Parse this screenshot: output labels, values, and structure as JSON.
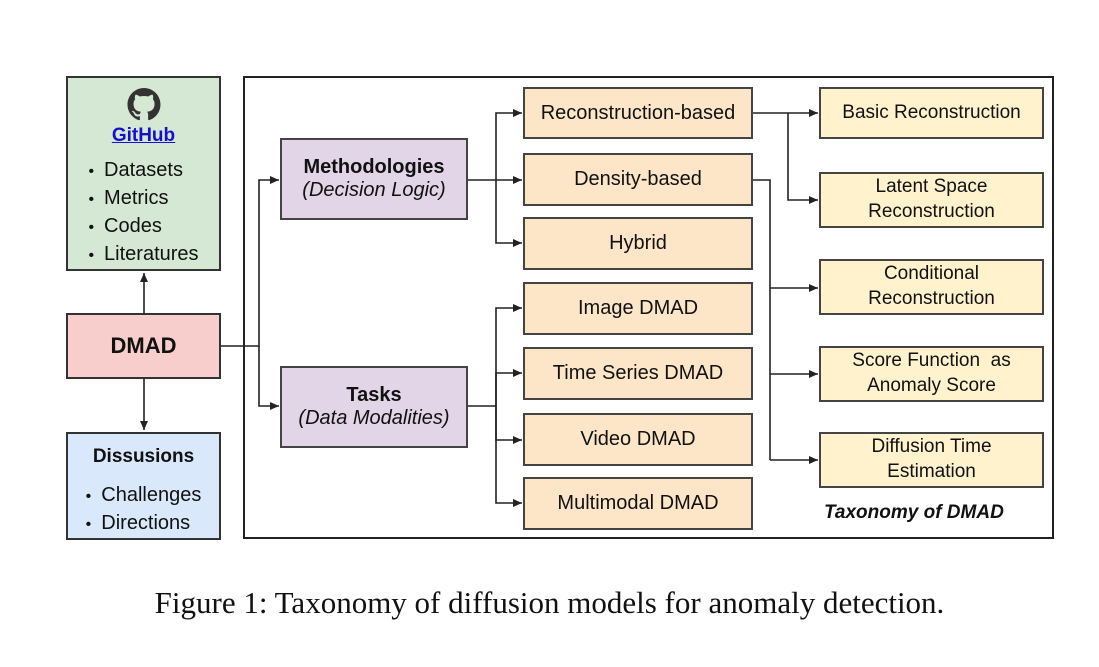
{
  "github": {
    "icon": "github-octocat-icon",
    "link": "GitHub",
    "items": [
      "Datasets",
      "Metrics",
      "Codes",
      "Literatures"
    ]
  },
  "root": "DMAD",
  "discussions": {
    "title": "Dissusions",
    "items": [
      "Challenges",
      "Directions"
    ]
  },
  "methodologies": {
    "title": "Methodologies",
    "subtitle": "(Decision Logic)"
  },
  "tasks": {
    "title": "Tasks",
    "subtitle": "(Data Modalities)"
  },
  "method_types": [
    "Reconstruction-based",
    "Density-based",
    "Hybrid"
  ],
  "task_types": [
    "Image DMAD",
    "Time Series DMAD",
    "Video DMAD",
    "Multimodal DMAD"
  ],
  "reconstruction_types": [
    [
      "Basic Reconstruction"
    ],
    [
      "Latent Space",
      "Reconstruction"
    ]
  ],
  "density_types": [
    [
      "Conditional",
      "Reconstruction"
    ],
    [
      "Score Function  as",
      "Anomaly Score"
    ],
    [
      "Diffusion Time",
      "Estimation"
    ]
  ],
  "taxonomy_label": "Taxonomy of DMAD",
  "caption": "Figure 1: Taxonomy of diffusion models for anomaly detection."
}
